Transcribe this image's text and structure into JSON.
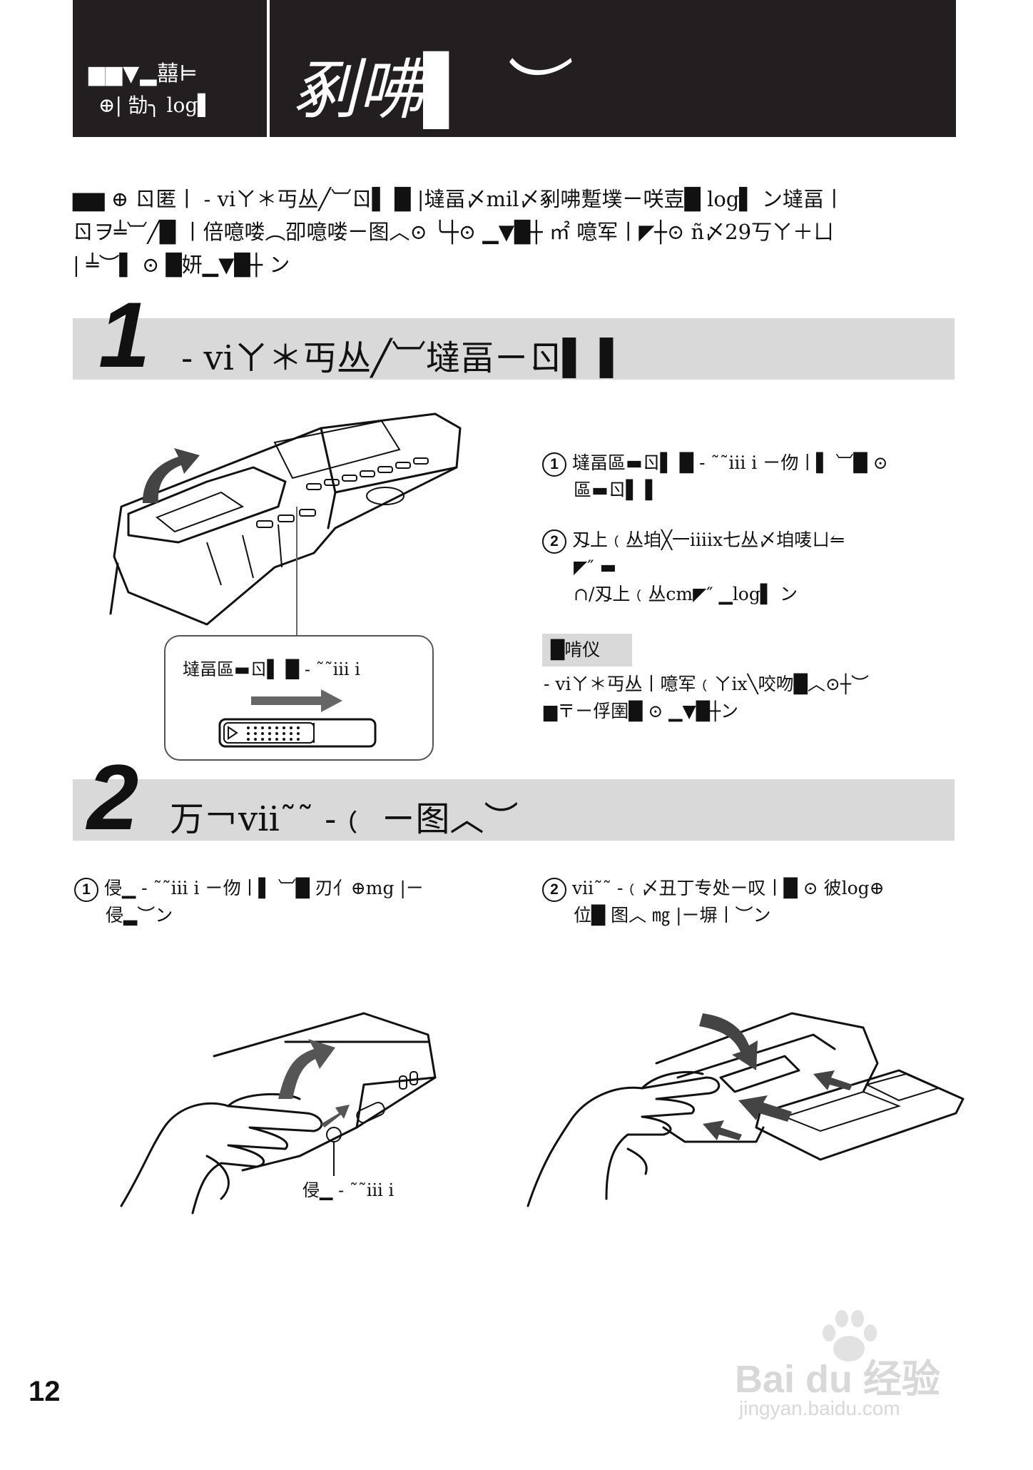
{
  "header": {
    "left_line_1": "▆▆▼▂囍⊨",
    "left_line_2": "⊕|  勂╮ log▌",
    "title": "剢咈▌ ︶"
  },
  "intro": {
    "line_1": "▆▆ ⊕ ㄖ匿丨 - viㄚ＊丏丛╱︺ㄖ▌ █   |墶畐〆mil〆剢咈蹔墣ㄧ咲壴█ log▌ ン墶畐丨",
    "line_2": "ㄖヲ╧︺╱█  丨倍噫喽︵卲噫喽ㄧ图︿⊙ ╰┼⊙ ▁▼█┼ ㎡ 噫军丨◤┼⊙ ñ〆29丂ㄚ＋ㄩ",
    "line_3": "|  ╧︶▌  ⊙ █妍▁▼█┼ ン"
  },
  "step1": {
    "number": "1",
    "title": "- viㄚ＊丏丛╱︺墶畐ㄧㄖ▌ ▌",
    "instructions": [
      {
        "num": "1",
        "line_1": "墶畐區▬ㄖ▌ █ - ˜˜iii i ㄧ伆丨▌ ︺█ ⊙",
        "line_2": "區▬ㄖ▌ ▌"
      },
      {
        "num": "2",
        "line_1": "刄上﹙丛垍╳一iiiix七丛〆垍唛ㄩ⥪",
        "line_2": "◤″ ▬",
        "line_3": "∩/刄上﹙丛cm◤″ ▁log▌ ン"
      }
    ],
    "note_label": "█啃仪",
    "note_line_1": "- viㄚ＊丏丛丨噫军﹙ㄚix╲咬吻█︿⊙┼︶",
    "note_line_2": "▆〒ㄧ俘圉█ ⊙ ▁▼█┼ン",
    "callout_label": "墶畐區▬ㄖ▌ █ - ˜˜iii i"
  },
  "step2": {
    "number": "2",
    "title": "万￢vii˜˜ -﹙ ㄧ图︿︶",
    "instructions": [
      {
        "num": "1",
        "line_1": "侵▁ - ˜˜iii i ㄧ伆丨▌ ︺█ 刃⺅⊕mg  |ㄧ",
        "line_2": "侵▂︶ン"
      },
      {
        "num": "2",
        "line_1": "vii˜˜ -﹙〆丑丁专处ㄧ叹丨█ ⊙ 彼log⊕",
        "line_2": "位█ 图︿ ㎎  |ㄧ塀丨︶ン"
      }
    ],
    "figure_label": "侵▁ - ˜˜iii i"
  },
  "page_number": "12",
  "watermark": {
    "brand": "Bai du 经验",
    "url": "jingyan.baidu.com"
  },
  "icons": [
    "curved-arrow-icon",
    "straight-arrow-icon",
    "paw-icon"
  ]
}
